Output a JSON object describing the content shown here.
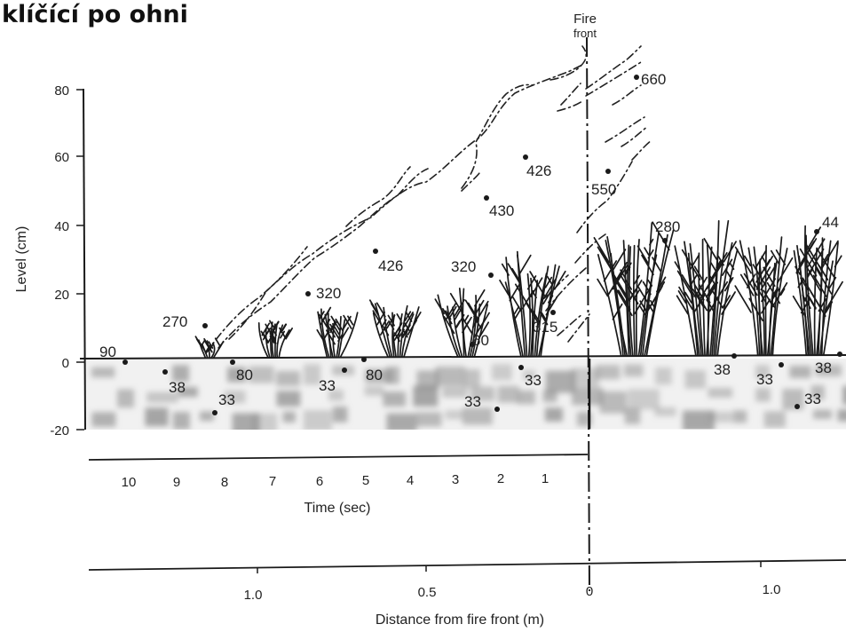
{
  "title": "klíčící po ohni",
  "fire_front_label": [
    "Fire",
    "front"
  ],
  "y_axis": {
    "label": "Level (cm)",
    "ticks": [
      "80",
      "60",
      "40",
      "20",
      "0",
      "-20"
    ]
  },
  "time_axis": {
    "label": "Time (sec)",
    "ticks": [
      "10",
      "9",
      "8",
      "7",
      "6",
      "5",
      "4",
      "3",
      "2",
      "1"
    ]
  },
  "distance_axis": {
    "label": "Distance from fire front (m)",
    "ticks": [
      "1.0",
      "0.5",
      "0",
      "1.0"
    ]
  },
  "temperatures": [
    "90",
    "270",
    "38",
    "33",
    "80",
    "320",
    "33",
    "80",
    "426",
    "320",
    "60",
    "33",
    "430",
    "426",
    "315",
    "33",
    "550",
    "660",
    "280",
    "38",
    "33",
    "38",
    "33",
    "44"
  ],
  "colors": {
    "line": "#1a1a1a",
    "soil_fill": "#8a8a8a"
  }
}
